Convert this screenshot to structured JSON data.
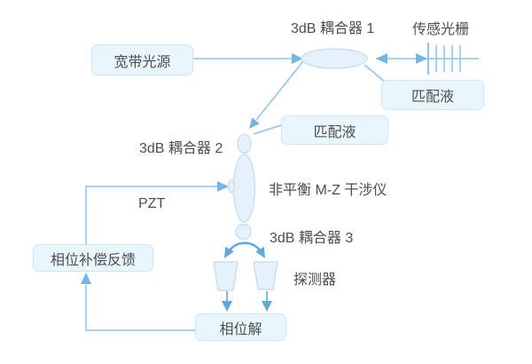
{
  "colors": {
    "bg": "#ffffff",
    "line": "#8cc4ee",
    "arrow": "#72b5e6",
    "arrow-strong": "#5fa9de",
    "shape-fill": "#e6f2fb",
    "shape-stroke": "#cadeef",
    "box-fill": "#eaf6fd",
    "box-border": "#cde6f6",
    "text": "#4e4e4e"
  },
  "nodes": {
    "source": "宽带光源",
    "matching_top": "匹配液",
    "matching_mid": "匹配液",
    "feedback": "相位补偿反馈",
    "demodulator": "相位解"
  },
  "labels": {
    "coupler1": "3dB 耦合器 1",
    "grating": "传感光栅",
    "coupler2": "3dB 耦合器 2",
    "interferometer": "非平衡 M-Z 干涉仪",
    "pzt": "PZT",
    "coupler3": "3dB 耦合器 3",
    "detector": "探测器"
  }
}
